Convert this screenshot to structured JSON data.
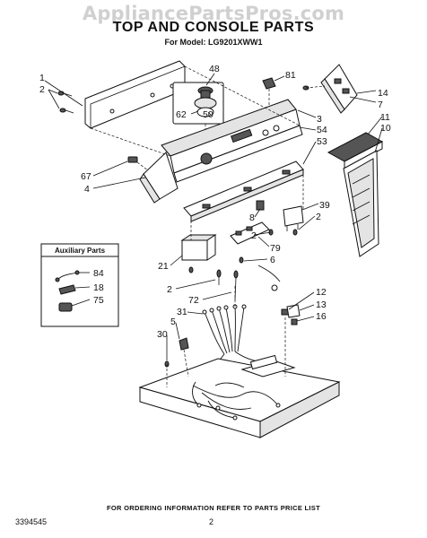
{
  "watermark": "AppliancePartsPros.com",
  "header": {
    "title": "TOP AND CONSOLE PARTS",
    "subtitle": "For Model: LG9201XWW1"
  },
  "callouts": {
    "c1": "1",
    "c2": "2",
    "c48": "48",
    "c81": "81",
    "c14": "14",
    "c7": "7",
    "c62": "62",
    "c50": "50",
    "c3": "3",
    "c54": "54",
    "c53": "53",
    "c11": "11",
    "c10": "10",
    "c67": "67",
    "c4": "4",
    "c8": "8",
    "c39": "39",
    "c2b": "2",
    "c2c": "2",
    "c79": "79",
    "c6": "6",
    "c21": "21",
    "c2d": "2",
    "c72": "72",
    "c12": "12",
    "c13": "13",
    "c16": "16",
    "c31": "31",
    "c5": "5",
    "c30": "30"
  },
  "auxiliary": {
    "title": "Auxiliary Parts",
    "items": [
      "84",
      "18",
      "75"
    ]
  },
  "footer": {
    "note": "FOR ORDERING INFORMATION REFER TO PARTS PRICE LIST",
    "doc_number": "3394545",
    "page_number": "2"
  }
}
